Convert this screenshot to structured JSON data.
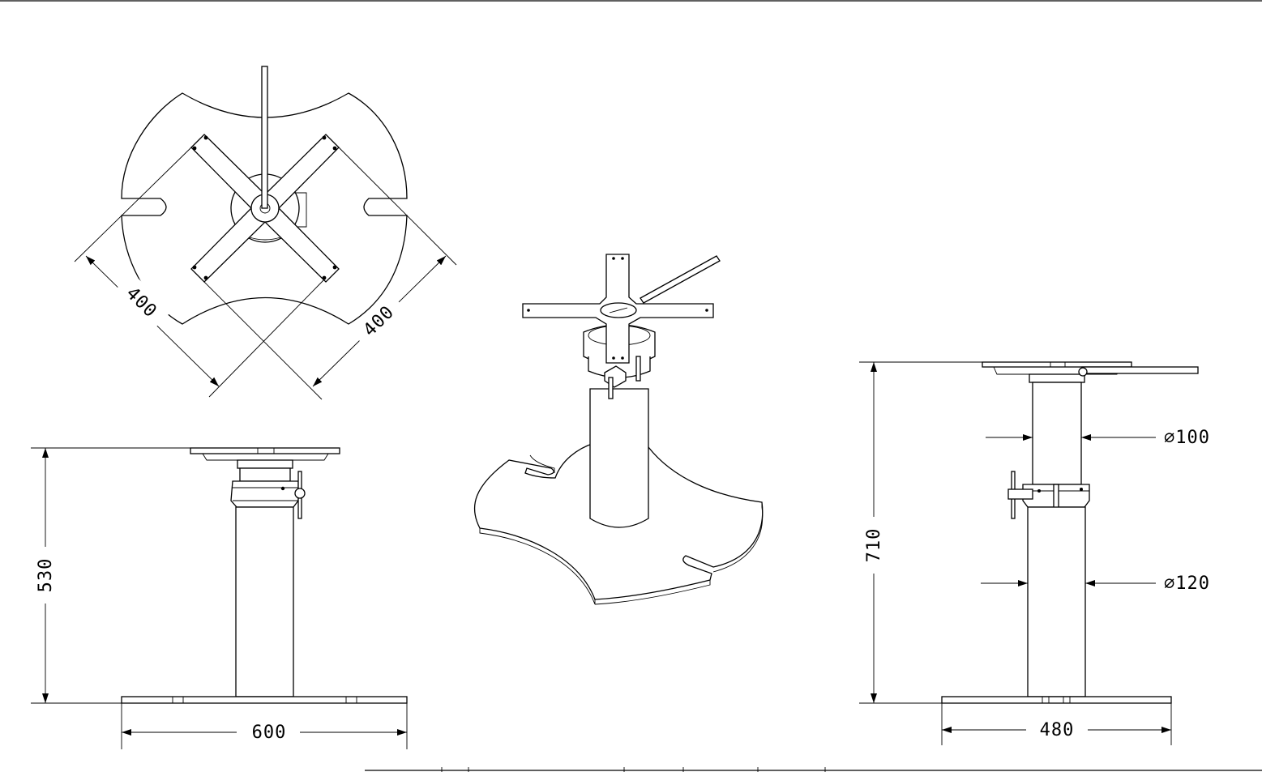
{
  "dimensions": {
    "top_diag_left": "400",
    "top_diag_right": "400",
    "front_height": "530",
    "front_base_width": "600",
    "side_height": "710",
    "side_upper_diameter": "∅100",
    "side_lower_diameter": "∅120",
    "side_base_width": "480"
  }
}
